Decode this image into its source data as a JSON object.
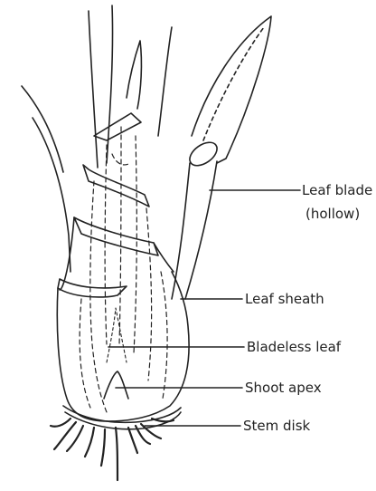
{
  "labels": {
    "leaf_blade_line1": "Leaf blade",
    "leaf_blade_line2": "(hollow)",
    "leaf_sheath": "Leaf sheath",
    "bladeless_leaf": "Bladeless leaf",
    "shoot_apex": "Shoot apex",
    "stem_disk": "Stem disk"
  },
  "colors": {
    "ink": "#222222",
    "background": "#ffffff"
  }
}
